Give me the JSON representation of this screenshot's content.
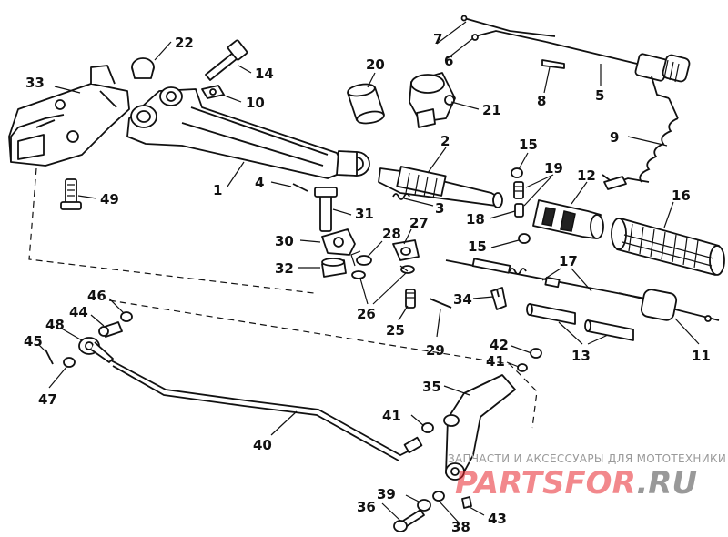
{
  "watermark": {
    "tagline": "ЗАПЧАСТИ И АКСЕССУАРЫ ДЛЯ МОТОТЕХНИКИ",
    "logo_main": "PARTSFOR",
    "logo_tld": ".RU",
    "brand_color": "#e8262d"
  },
  "callouts": [
    {
      "id": "c1",
      "label": "1"
    },
    {
      "id": "c2",
      "label": "2"
    },
    {
      "id": "c3",
      "label": "3"
    },
    {
      "id": "c4",
      "label": "4"
    },
    {
      "id": "c5",
      "label": "5"
    },
    {
      "id": "c6",
      "label": "6"
    },
    {
      "id": "c7",
      "label": "7"
    },
    {
      "id": "c8",
      "label": "8"
    },
    {
      "id": "c9",
      "label": "9"
    },
    {
      "id": "c10",
      "label": "10"
    },
    {
      "id": "c11",
      "label": "11"
    },
    {
      "id": "c12",
      "label": "12"
    },
    {
      "id": "c13",
      "label": "13"
    },
    {
      "id": "c14",
      "label": "14"
    },
    {
      "id": "c15a",
      "label": "15"
    },
    {
      "id": "c15b",
      "label": "15"
    },
    {
      "id": "c16",
      "label": "16"
    },
    {
      "id": "c17",
      "label": "17"
    },
    {
      "id": "c18",
      "label": "18"
    },
    {
      "id": "c19",
      "label": "19"
    },
    {
      "id": "c20",
      "label": "20"
    },
    {
      "id": "c21",
      "label": "21"
    },
    {
      "id": "c22",
      "label": "22"
    },
    {
      "id": "c25",
      "label": "25"
    },
    {
      "id": "c26",
      "label": "26"
    },
    {
      "id": "c27",
      "label": "27"
    },
    {
      "id": "c28",
      "label": "28"
    },
    {
      "id": "c29",
      "label": "29"
    },
    {
      "id": "c30",
      "label": "30"
    },
    {
      "id": "c31",
      "label": "31"
    },
    {
      "id": "c32",
      "label": "32"
    },
    {
      "id": "c33",
      "label": "33"
    },
    {
      "id": "c34",
      "label": "34"
    },
    {
      "id": "c35",
      "label": "35"
    },
    {
      "id": "c36",
      "label": "36"
    },
    {
      "id": "c38",
      "label": "38"
    },
    {
      "id": "c39",
      "label": "39"
    },
    {
      "id": "c40",
      "label": "40"
    },
    {
      "id": "c41a",
      "label": "41"
    },
    {
      "id": "c41b",
      "label": "41"
    },
    {
      "id": "c42",
      "label": "42"
    },
    {
      "id": "c43",
      "label": "43"
    },
    {
      "id": "c44",
      "label": "44"
    },
    {
      "id": "c45",
      "label": "45"
    },
    {
      "id": "c46",
      "label": "46"
    },
    {
      "id": "c47",
      "label": "47"
    },
    {
      "id": "c48",
      "label": "48"
    },
    {
      "id": "c49",
      "label": "49"
    }
  ]
}
